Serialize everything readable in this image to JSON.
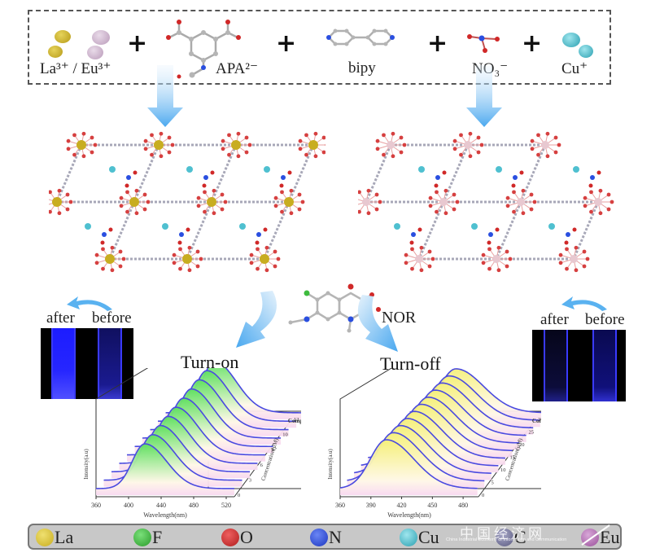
{
  "reactants": {
    "items": [
      {
        "label": "La³⁺ / Eu³⁺",
        "type": "metal-ions"
      },
      {
        "label": "APA²⁻",
        "type": "ligand"
      },
      {
        "label": "bipy",
        "type": "ligand"
      },
      {
        "label": "NO₃⁻",
        "type": "anion"
      },
      {
        "label": "Cu⁺",
        "type": "metal-ion"
      }
    ],
    "operator": "+"
  },
  "frameworks": [
    {
      "name": "complex-1-framework",
      "metal": "La/Eu"
    },
    {
      "name": "complex-2-framework",
      "metal": "Eu"
    }
  ],
  "analyte": {
    "label": "NOR"
  },
  "vials_left": {
    "after": "after",
    "before": "before"
  },
  "vials_right": {
    "after": "after",
    "before": "before"
  },
  "panels": {
    "left_title": "Turn-on",
    "right_title": "Turn-off"
  },
  "chart_data": [
    {
      "type": "line",
      "title": "Complex 1",
      "subtitle": "Turn-on",
      "xlabel": "Wavelength(nm)",
      "ylabel": "Intensity(a.u)",
      "zlabel": "Concentration(μM)",
      "x_ticks": [
        "360",
        "400",
        "440",
        "480",
        "520"
      ],
      "xlim": [
        360,
        530
      ],
      "z_ticks": [
        "0",
        "3",
        "6",
        "9",
        "10",
        "12"
      ],
      "peak_wavelength": 420,
      "series_count": 10,
      "fill_color": "#5fe05f",
      "line_color": "#4a4ae0",
      "trend": "intensity increases with concentration"
    },
    {
      "type": "line",
      "title": "Complex 2",
      "subtitle": "Turn-off",
      "xlabel": "Wavelength(nm)",
      "ylabel": "Intensity(a.u)",
      "zlabel": "Concentration(μM)",
      "x_ticks": [
        "360",
        "390",
        "420",
        "450",
        "480"
      ],
      "xlim": [
        360,
        495
      ],
      "z_ticks": [
        "0",
        "5",
        "10",
        "15",
        "20",
        "25",
        "30"
      ],
      "peak_wavelength": 405,
      "series_count": 11,
      "fill_color": "#f5f07a",
      "line_color": "#4a4ae0",
      "trend": "intensity decreases with concentration"
    }
  ],
  "legend": [
    {
      "label": "La",
      "color": "#c8ad20"
    },
    {
      "label": "F",
      "color": "#3dbb3d"
    },
    {
      "label": "O",
      "color": "#cc2a2a"
    },
    {
      "label": "N",
      "color": "#2a4fe0"
    },
    {
      "label": "Cu",
      "color": "#3fb7c9"
    },
    {
      "label": "C",
      "color": "#7a7aa0"
    },
    {
      "label": "Eu",
      "color": "#b46fb4"
    }
  ],
  "watermark": {
    "text": "中国经济网",
    "subtext": "China Industrial Economy of Information and Communication"
  }
}
